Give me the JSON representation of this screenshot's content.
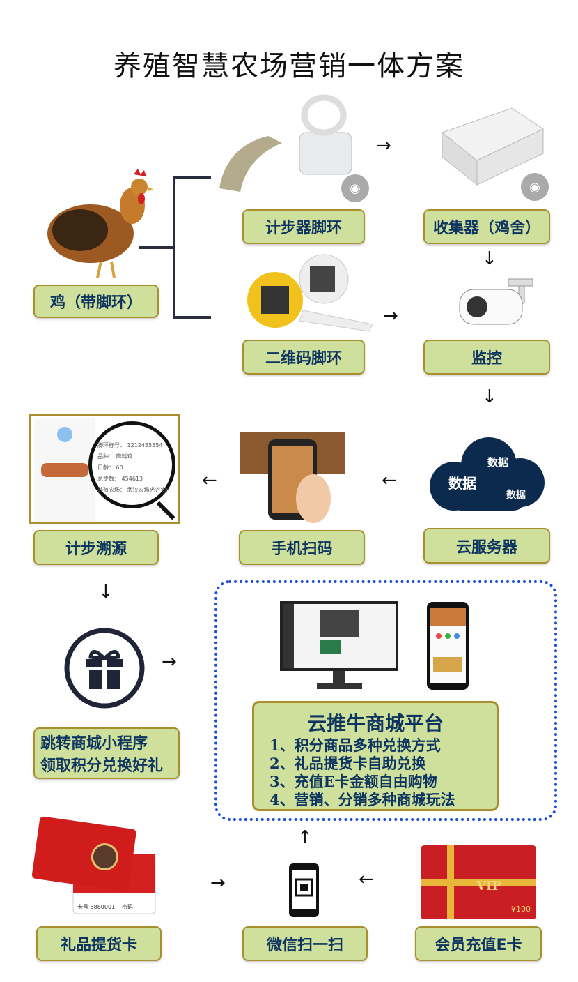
{
  "title": "养殖智慧农场营销一体方案",
  "labels": {
    "chicken": "鸡（带脚环）",
    "pedometer": "计步器脚环",
    "collector": "收集器（鸡舍）",
    "qr_ring": "二维码脚环",
    "monitor": "监控",
    "cloud": "云服务器",
    "scan": "手机扫码",
    "trace": "计步溯源",
    "jump_line1": "跳转商城小程序",
    "jump_line2": "领取积分兑换好礼",
    "gift_card": "礼品提货卡",
    "wechat": "微信扫一扫",
    "ecard": "会员充值E卡"
  },
  "cloud_words": [
    "数据",
    "数据",
    "数据"
  ],
  "trace_card": {
    "rows": [
      {
        "k": "脚环标号：",
        "v": "1212455554"
      },
      {
        "k": "品种：",
        "v": "麻料鸡"
      },
      {
        "k": "日龄：",
        "v": "60"
      },
      {
        "k": "总步数：",
        "v": "454613"
      },
      {
        "k": "养殖农场：",
        "v": "武汉农场光谷农F"
      }
    ]
  },
  "platform": {
    "title": "云推牛商城平台",
    "items": [
      "1、积分商品多种兑换方式",
      "2、礼品提货卡自助兑换",
      "3、充值E卡金额自由购物",
      "4、营销、分销多种商城玩法"
    ]
  },
  "vip_card": {
    "vip": "VIP",
    "amount": "¥100"
  },
  "gift_card_img": {
    "no": "卡号 8880001",
    "pwd": "密码"
  },
  "colors": {
    "label_fill": "#cfe09d",
    "label_border": "#a8902e",
    "label_text": "#0d3560",
    "dotted": "#1a4fd6"
  }
}
